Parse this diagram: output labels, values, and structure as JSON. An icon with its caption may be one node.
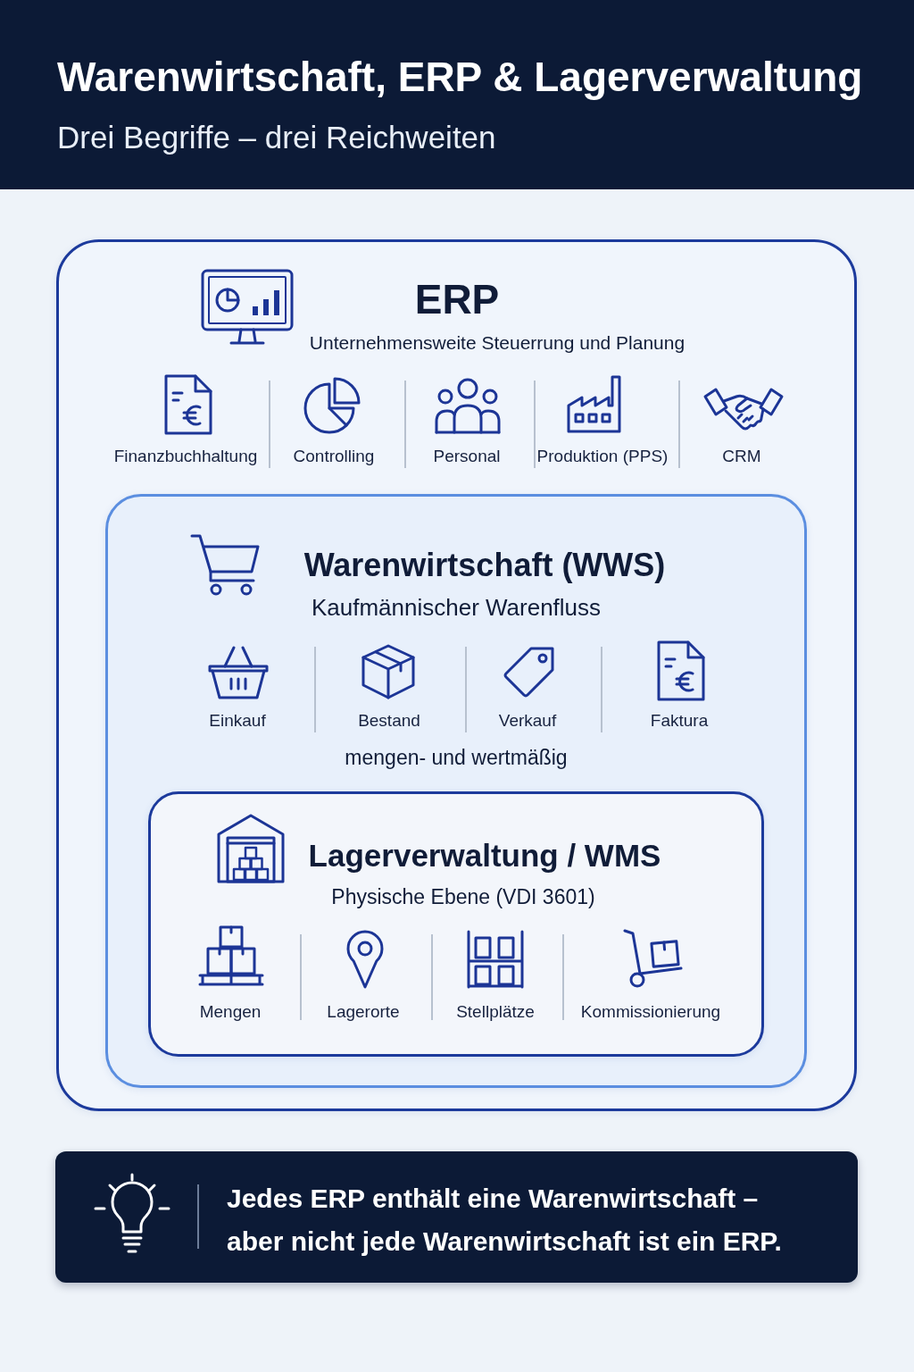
{
  "diagram": {
    "title": "Warenwirtschaft, ERP & Lagerverwaltung",
    "nodes": [
      {
        "text": [
          "ERP",
          "Unternehmensweite Steuerrung und Planung"
        ]
      },
      {
        "text": [
          "Warenwirtschaft (WWS)",
          "Kaufmännischer Warenfluss",
          "mengen- und wertmäßig"
        ],
        "in": 0
      },
      {
        "text": [
          "Lagerverwaltung / WMS",
          "Physische Ebene (VDI 3601)"
        ],
        "in": 1
      },
      {
        "text": [
          "Jedes ERP enthält eine Warenwirtschaft – aber nicht jede Warenwirtschaft ist ein ERP."
        ]
      }
    ],
    "labels": [
      "Drei Begriffe – drei Reichweiten",
      "Finanzbuchhaltung",
      "Controlling",
      "Personal",
      "Produktion (PPS)",
      "CRM",
      "Einkauf",
      "Bestand",
      "Verkauf",
      "Faktura",
      "Mengen",
      "Lagerorte",
      "Stellplätze",
      "Kommissionierung"
    ]
  }
}
